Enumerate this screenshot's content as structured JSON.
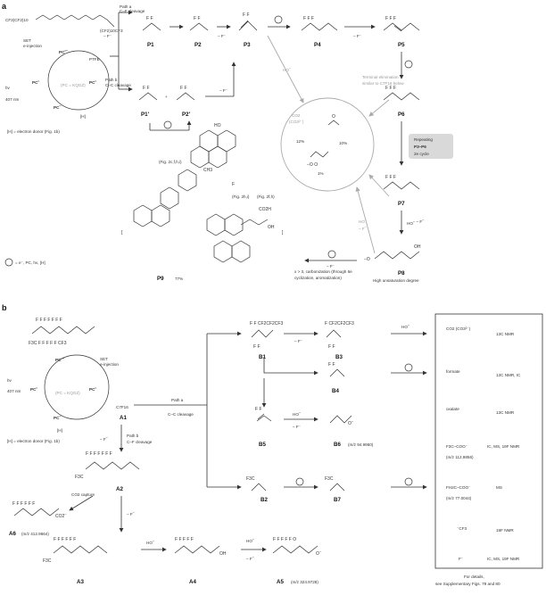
{
  "panel_a": {
    "letter": "a",
    "reactant_formula": "CF3(CF2)10",
    "reactant_tail": "(CF2)10CF3",
    "path_a": [
      "Path a",
      "C–F cleavage"
    ],
    "path_b": [
      "Path b",
      "C–C cleavage"
    ],
    "minus_f": "– F⁻",
    "ptfe": "PTFE",
    "set": [
      "SET",
      "e-injection"
    ],
    "pc_note": "(PC = KQGZ)",
    "hv": "hν",
    "nm": "407 nm",
    "h_label": "[H]",
    "electron_donor": "[H] = electron donor (Fig. 1b)",
    "legend": "= e⁻, PC, hν, [H]",
    "terminal": [
      "Terminal elimination",
      "similar to C7F16 below"
    ],
    "products": {
      "co2": "CO2",
      "co3": "(CO3²⁻)",
      "co2_pct": "12%",
      "formate_pct": "10%",
      "oxalate_pct": "1%"
    },
    "repeating": [
      "Repeating",
      "P3–P6",
      "2e cycle"
    ],
    "carbonization": [
      "x > 3, carbonization (through 6e",
      "cyclization, aromatization)"
    ],
    "high_unsat": "High unsaturation degree",
    "fig_refs": [
      "(Fig. 2c,f,h,i)",
      "(Fig. 2h,i)",
      "(Fig. 2f,h)"
    ],
    "p9_yield": "77%",
    "labels": [
      "P1",
      "P2",
      "P3",
      "P4",
      "P5",
      "P6",
      "P7",
      "P8",
      "P9",
      "P1'",
      "P2'"
    ]
  },
  "panel_b": {
    "letter": "b",
    "c7f16": "C7F16",
    "path_a": [
      "Path a",
      "C–C cleavage"
    ],
    "path_b": [
      "Path b",
      "C–F cleavage"
    ],
    "co2_capture": "CO2 capture",
    "a5_mass": "(m/z 324.9728)",
    "a6_mass": "(m/z 412.9664)",
    "b6_mass": "(m/z 94.9950)",
    "labels": [
      "A1",
      "A2",
      "A3",
      "A4",
      "A5",
      "A6",
      "B1",
      "B2",
      "B3",
      "B4",
      "B5",
      "B6",
      "B7"
    ],
    "detection": [
      {
        "species": "CO2 (CO3²⁻)",
        "method": "13C NMR"
      },
      {
        "species": "formate",
        "method": "13C NMR, IC"
      },
      {
        "species": "oxalate",
        "method": "13C NMR"
      },
      {
        "species": "F3C–COO⁻",
        "mass": "(m/z 112.9856)",
        "method": "IC, MS, 19F NMR"
      },
      {
        "species": "FH2C–COO⁻",
        "mass": "(m/z 77.0044)",
        "method": "MS"
      },
      {
        "species": "⁻CF3",
        "method": "19F NMR"
      },
      {
        "species": "F⁻",
        "method": "IC, MS, 19F NMR"
      }
    ],
    "details": [
      "For details,",
      "see Supplementary Figs. 79 and 80"
    ]
  }
}
